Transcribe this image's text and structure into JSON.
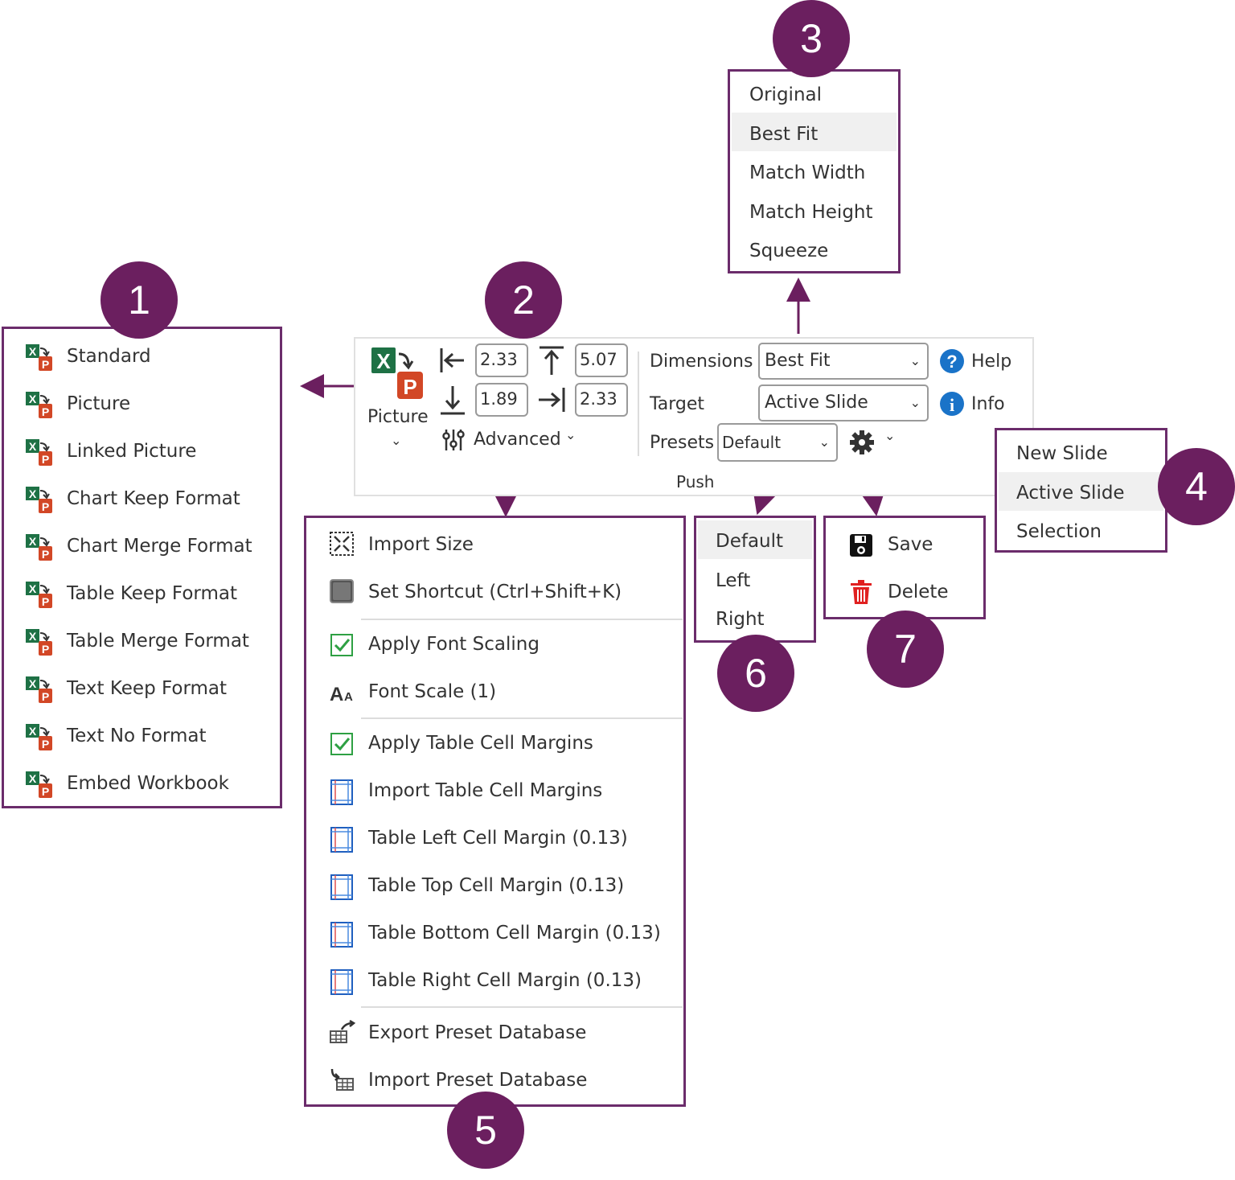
{
  "callouts": [
    "1",
    "2",
    "3",
    "4",
    "5",
    "6",
    "7"
  ],
  "menu1": {
    "items": [
      "Standard",
      "Picture",
      "Linked Picture",
      "Chart Keep Format",
      "Chart Merge Format",
      "Table Keep Format",
      "Table Merge Format",
      "Text Keep Format",
      "Text No Format",
      "Embed Workbook"
    ]
  },
  "ribbon": {
    "picture_label": "Picture",
    "left_margin": "2.33",
    "top_margin": "5.07",
    "bottom_margin": "1.89",
    "right_margin": "2.33",
    "advanced_label": "Advanced",
    "dimensions_label": "Dimensions",
    "dimensions_value": "Best Fit",
    "target_label": "Target",
    "target_value": "Active Slide",
    "presets_label": "Presets",
    "presets_value": "Default",
    "help_label": "Help",
    "info_label": "Info",
    "group_label": "Push"
  },
  "menu3": {
    "items": [
      "Original",
      "Best Fit",
      "Match Width",
      "Match Height",
      "Squeeze"
    ],
    "highlighted": "Best Fit"
  },
  "menu4": {
    "items": [
      "New Slide",
      "Active Slide",
      "Selection"
    ],
    "highlighted": "Active Slide"
  },
  "menu5": {
    "items": [
      "Import Size",
      "Set Shortcut (Ctrl+Shift+K)",
      "Apply Font Scaling",
      "Font Scale (1)",
      "Apply Table Cell Margins",
      "Import Table Cell Margins",
      "Table Left Cell Margin (0.13)",
      "Table Top Cell Margin (0.13)",
      "Table Bottom Cell Margin (0.13)",
      "Table Right Cell Margin (0.13)",
      "Export Preset Database",
      "Import Preset Database"
    ]
  },
  "menu6": {
    "items": [
      "Default",
      "Left",
      "Right"
    ],
    "highlighted": "Default"
  },
  "menu7": {
    "items": [
      "Save",
      "Delete"
    ]
  },
  "colors": {
    "accent": "#6b1f5f",
    "border": "#6b2c6b",
    "excel_green": "#1e7145",
    "ppt_red": "#d24726",
    "help_blue": "#1a73c8",
    "check_green": "#2ea043",
    "delete_red": "#e02020"
  },
  "icons": [
    "excel-to-powerpoint-icon",
    "left-margin-icon",
    "top-margin-icon",
    "bottom-margin-icon",
    "right-margin-icon",
    "sliders-icon",
    "help-icon",
    "info-icon",
    "gear-icon",
    "import-size-icon",
    "shortcut-icon",
    "checkbox-checked-icon",
    "font-scale-icon",
    "table-margin-icon",
    "export-database-icon",
    "import-database-icon",
    "save-icon",
    "delete-icon"
  ]
}
